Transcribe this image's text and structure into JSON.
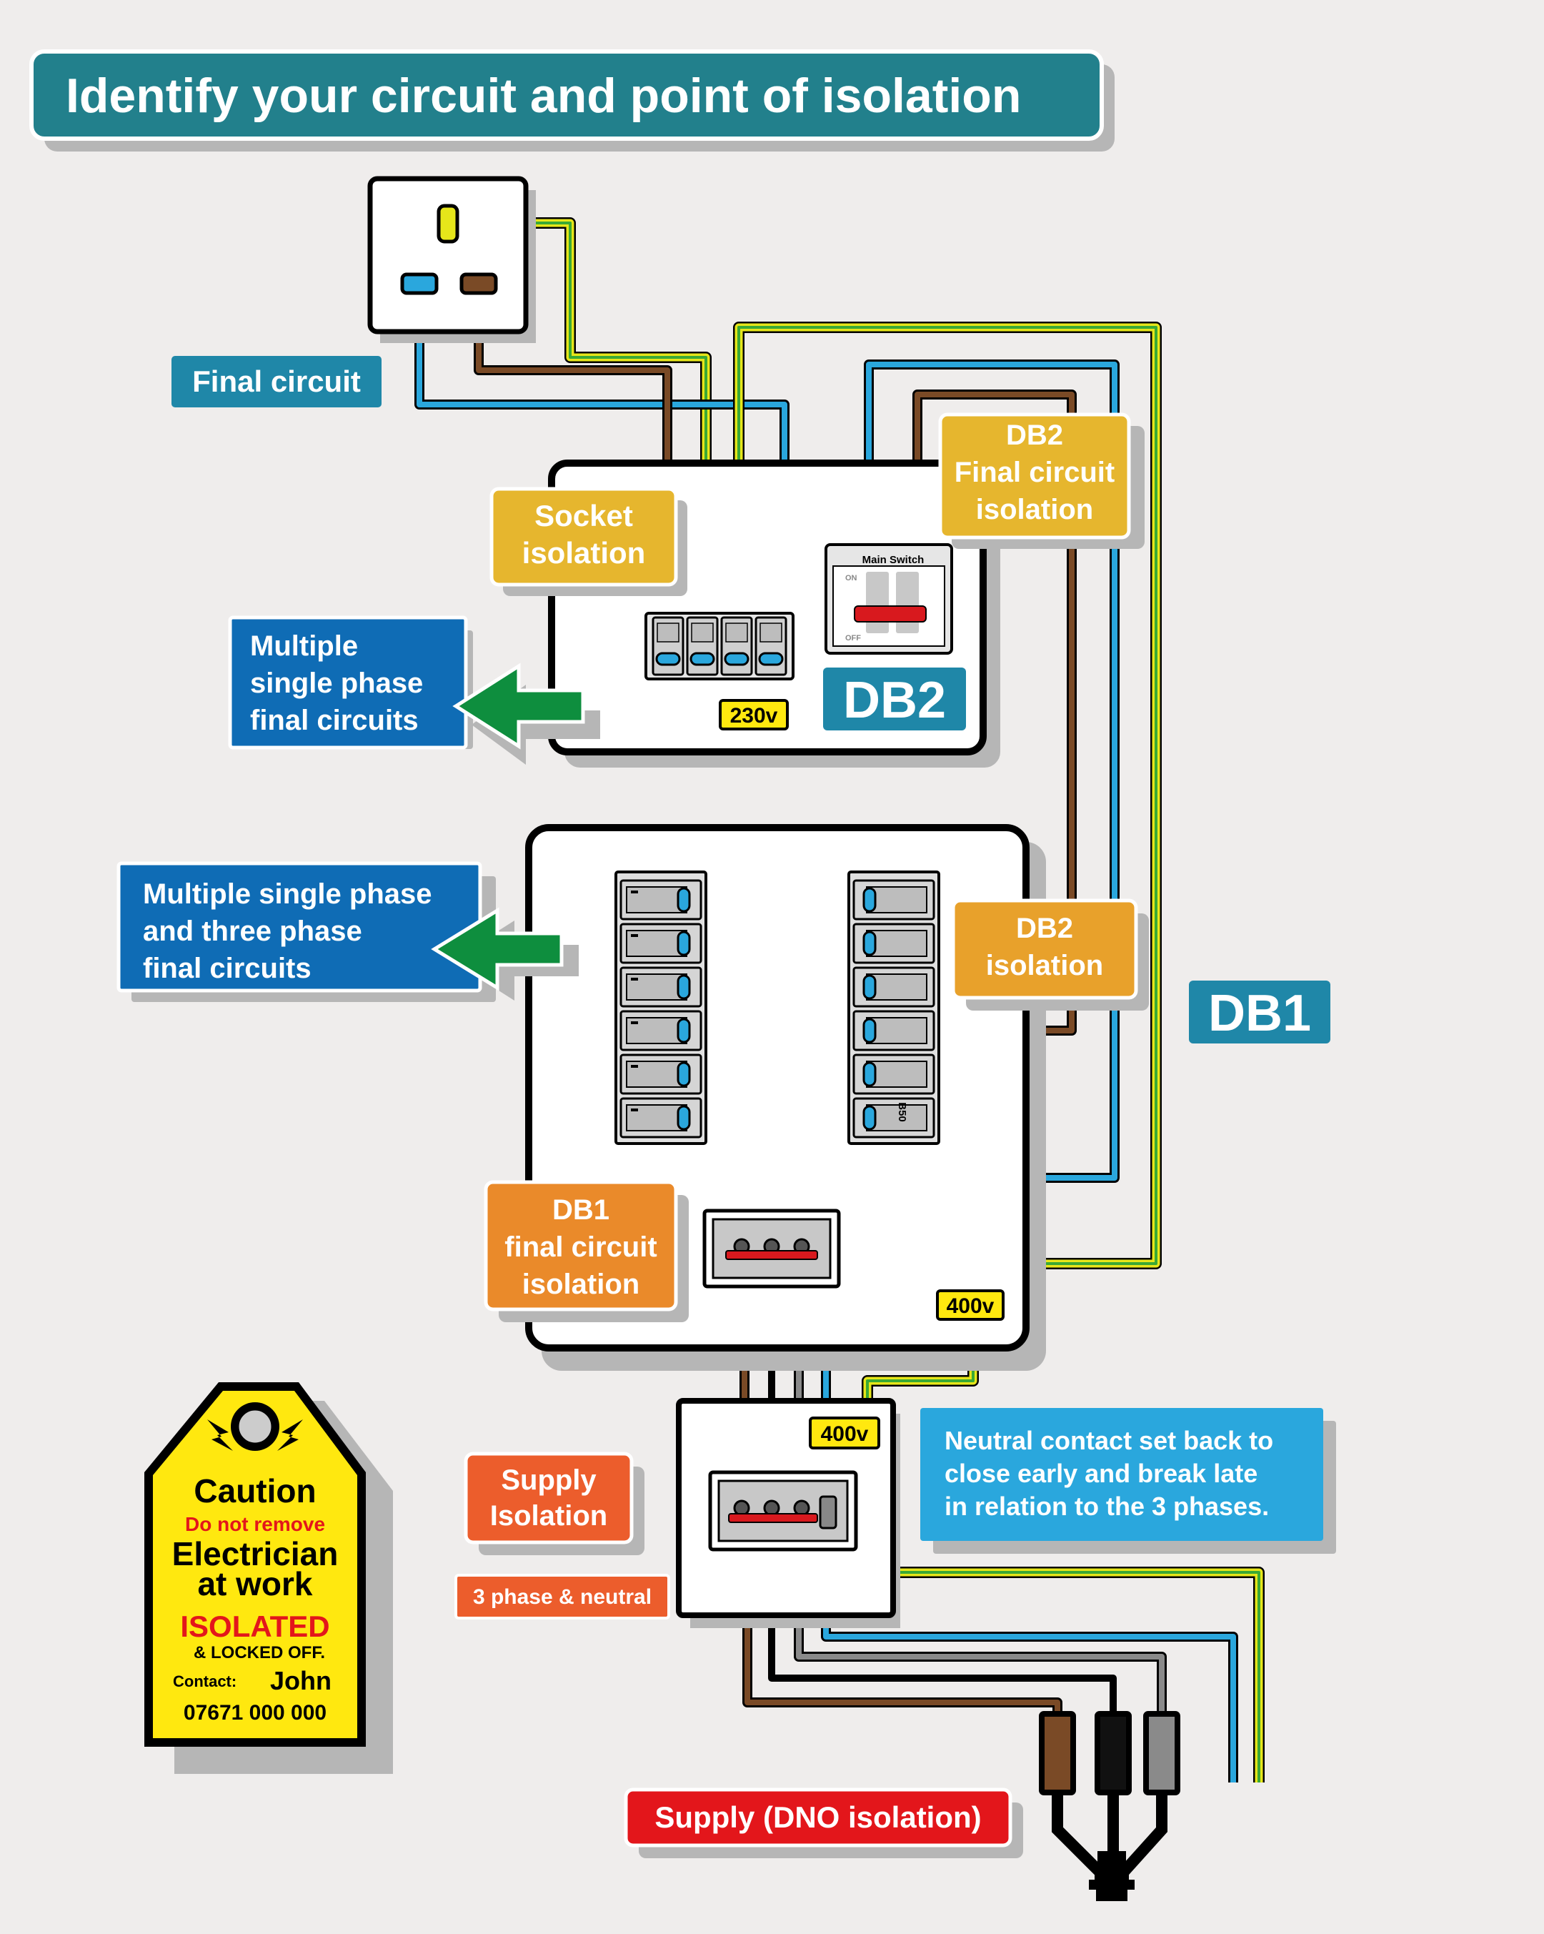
{
  "title": "Identify your circuit and point of isolation",
  "labels": {
    "final_circuit": "Final circuit",
    "socket_isolation": [
      "Socket",
      "isolation"
    ],
    "db2_final_circuit_isolation": [
      "DB2",
      "Final circuit",
      "isolation"
    ],
    "db2_multiple_circuits": [
      "Multiple",
      "single phase",
      "final circuits"
    ],
    "db1_multiple_circuits": [
      "Multiple single phase",
      "and three phase",
      "final circuits"
    ],
    "db2_isolation": [
      "DB2",
      "isolation"
    ],
    "db1_final_circuit_isolation": [
      "DB1",
      "final circuit",
      "isolation"
    ],
    "supply_isolation": [
      "Supply",
      "Isolation"
    ],
    "three_phase_neutral": "3 phase & neutral",
    "neutral_note": [
      "Neutral contact  set back to",
      "close early and break late",
      "in relation to the 3 phases."
    ],
    "dno_isolation": "Supply (DNO isolation)"
  },
  "boards": {
    "db2_name": "DB2",
    "db1_name": "DB1",
    "db2_voltage": "230v",
    "db1_voltage": "400v",
    "supply_voltage": "400v",
    "main_switch_label": "Main Switch",
    "main_switch_on": "ON",
    "main_switch_off": "OFF",
    "breaker_rating": "B50"
  },
  "caution_tag": {
    "caution": "Caution",
    "do_not_remove": "Do not remove",
    "line1": "Electrician",
    "line2": "at work",
    "isolated": "ISOLATED",
    "locked": "& LOCKED OFF.",
    "contact_label": "Contact:",
    "contact_name": "John",
    "phone": "07671 000 000"
  },
  "colors": {
    "background": "#efedec",
    "title_teal": "#22808c",
    "label_teal": "#1f87a8",
    "label_yellow": "#e6b62e",
    "label_orange": "#e8a12b",
    "label_deep_orange": "#ea8a2a",
    "label_red_orange": "#ec5d2c",
    "label_blue": "#0f6cb5",
    "note_blue": "#2aa7dd",
    "dno_red": "#e3161b",
    "arrow_green": "#0e8e3e",
    "wire_blue": "#2aa7dd",
    "wire_brown": "#7a4a26",
    "wire_grey": "#8a8a8a",
    "earth_green": "#3aa935",
    "earth_yellow": "#e6e61a",
    "tag_yellow": "#ffe80f"
  }
}
